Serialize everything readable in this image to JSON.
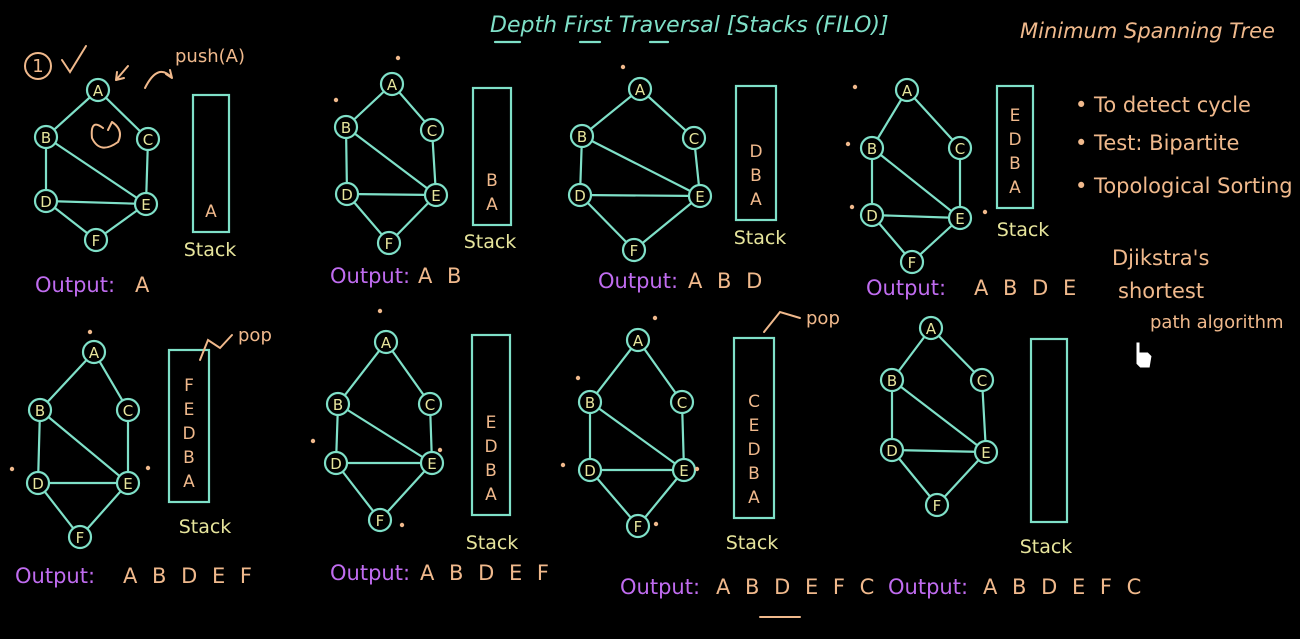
{
  "title": "Depth First Traversal [Stacks (FILO)]",
  "right_heading": "Minimum Spanning Tree",
  "bullets": [
    "• To detect cycle",
    "• Test: Bipartite",
    "• Topological Sorting"
  ],
  "dijkstra_lines": [
    "Djikstra's",
    "shortest",
    "path algorithm"
  ],
  "step_marker": "1",
  "push_note": "push(A)",
  "stack_word": "Stack",
  "output_label": "Output:",
  "node_labels": [
    "A",
    "B",
    "C",
    "D",
    "E",
    "F"
  ],
  "panels": [
    {
      "stack": [
        "A"
      ],
      "output": "A"
    },
    {
      "stack": [
        "B",
        "A"
      ],
      "output": "A B"
    },
    {
      "stack": [
        "D",
        "B",
        "A"
      ],
      "output": "A B D"
    },
    {
      "stack": [
        "E",
        "D",
        "B",
        "A"
      ],
      "output": "A B D E"
    },
    {
      "stack": [
        "F",
        "E",
        "D",
        "B",
        "A"
      ],
      "output": "A B D E F",
      "pop": "pop"
    },
    {
      "stack": [
        "E",
        "D",
        "B",
        "A"
      ],
      "output": "A B D E F"
    },
    {
      "stack": [
        "C",
        "E",
        "D",
        "B",
        "A"
      ],
      "output": "A B D E F C",
      "pop": "pop"
    },
    {
      "stack": [],
      "output": "A B D E F C"
    }
  ]
}
